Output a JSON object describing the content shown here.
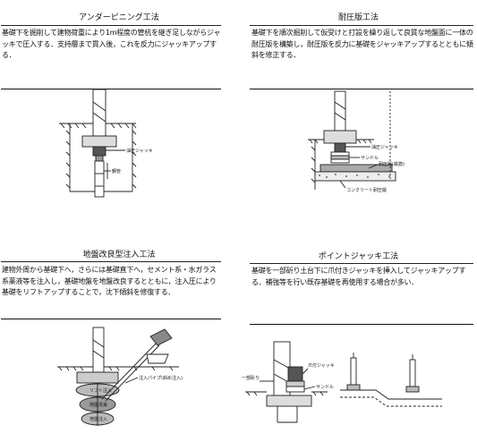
{
  "methods": [
    {
      "title": "アンダーピニング工法",
      "description": "基礎下を掘削して建物荷重により1m程度の管杭を継ぎ足しながらジャッキで圧入する．支持層まで貫入後，これを反力にジャッキアップする．",
      "figure_labels": {
        "jack": "油圧ジャッキ",
        "pipe": "鋼管"
      }
    },
    {
      "title": "耐圧版工法",
      "description": "基礎下を順次掘削して仮受けと打設を繰り返して良質な地盤面に一体の耐圧版を構築し，耐圧版を反力に基礎をジャッキアップするとともに傾斜を修正する．",
      "figure_labels": {
        "jack": "油圧ジャッキ",
        "sandle": "サンドル",
        "slab_a": "耐圧版(鉄筋)",
        "slab_b": "コンクリート耐圧版"
      }
    },
    {
      "title": "地盤改良型注入工法",
      "description": "建物外周から基礎下へ，さらには基礎直下へ，セメント系・水ガラス系薬液等を注入し，基礎地盤を地盤改良するとともに，注入圧により基礎をリフトアップすることで，沈下傾斜を修復する．",
      "figure_labels": {
        "zone1": "リフト注入",
        "zone2": "地盤改良",
        "zone3": "地盤注入",
        "pipe": "注入パイプ(斜め注入)"
      }
    },
    {
      "title": "ポイントジャッキ工法",
      "description": "基礎を一部斫り土台下に爪付きジャッキを挿入してジャッキアップする．補強等を行い既存基礎を再使用する場合が多い．",
      "figure_labels": {
        "cut": "一部斫り",
        "jack": "爪付ジャッキ",
        "sandle": "サンドル"
      }
    }
  ]
}
